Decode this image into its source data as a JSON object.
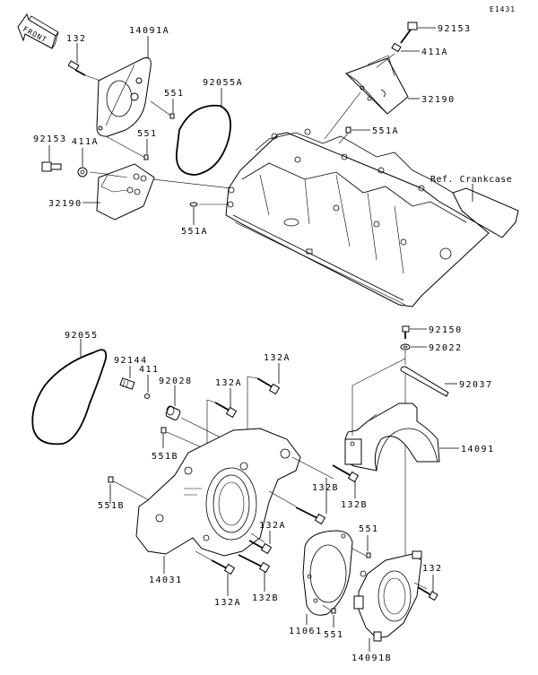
{
  "diagram": {
    "code": "E1431",
    "front_badge": "FRONT",
    "reference": "Ref. Crankcase",
    "labels": {
      "p92153_top": "92153",
      "p411A_top": "411A",
      "p32190_top": "32190",
      "p551A_top": "551A",
      "p132_top": "132",
      "p14091A": "14091A",
      "p551_a": "551",
      "p551_b": "551",
      "p92055A": "92055A",
      "p92153_left": "92153",
      "p411A_left": "411A",
      "p32190_left": "32190",
      "p551A_left": "551A",
      "p92055": "92055",
      "p92144": "92144",
      "p411": "411",
      "p92028": "92028",
      "p132A_1": "132A",
      "p132A_2": "132A",
      "p551B_1": "551B",
      "p551B_2": "551B",
      "p92150": "92150",
      "p92022": "92022",
      "p92037": "92037",
      "p14091": "14091",
      "p132B_1": "132B",
      "p132B_2": "132B",
      "p132A_3": "132A",
      "p132A_4": "132A",
      "p132B_3": "132B",
      "p14031": "14031",
      "p551_c": "551",
      "p551_d": "551",
      "p132_bottom": "132",
      "p11061": "11061",
      "p14091B": "14091B"
    }
  }
}
